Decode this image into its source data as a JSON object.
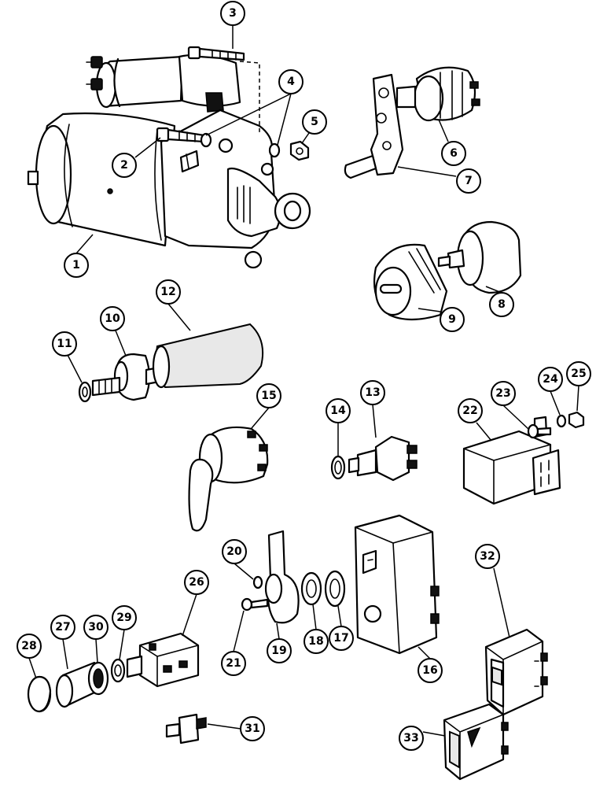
{
  "callouts": [
    {
      "id": "1",
      "label": "1"
    },
    {
      "id": "2",
      "label": "2"
    },
    {
      "id": "3",
      "label": "3"
    },
    {
      "id": "4",
      "label": "4"
    },
    {
      "id": "5",
      "label": "5"
    },
    {
      "id": "6",
      "label": "6"
    },
    {
      "id": "7",
      "label": "7"
    },
    {
      "id": "8",
      "label": "8"
    },
    {
      "id": "9",
      "label": "9"
    },
    {
      "id": "10",
      "label": "10"
    },
    {
      "id": "11",
      "label": "11"
    },
    {
      "id": "12",
      "label": "12"
    },
    {
      "id": "13",
      "label": "13"
    },
    {
      "id": "14",
      "label": "14"
    },
    {
      "id": "15",
      "label": "15"
    },
    {
      "id": "16",
      "label": "16"
    },
    {
      "id": "17",
      "label": "17"
    },
    {
      "id": "18",
      "label": "18"
    },
    {
      "id": "19",
      "label": "19"
    },
    {
      "id": "20",
      "label": "20"
    },
    {
      "id": "21",
      "label": "21"
    },
    {
      "id": "22",
      "label": "22"
    },
    {
      "id": "23",
      "label": "23"
    },
    {
      "id": "24",
      "label": "24"
    },
    {
      "id": "25",
      "label": "25"
    },
    {
      "id": "26",
      "label": "26"
    },
    {
      "id": "27",
      "label": "27"
    },
    {
      "id": "28",
      "label": "28"
    },
    {
      "id": "29",
      "label": "29"
    },
    {
      "id": "30",
      "label": "30"
    },
    {
      "id": "31",
      "label": "31"
    },
    {
      "id": "32",
      "label": "32"
    },
    {
      "id": "33",
      "label": "33"
    }
  ],
  "colors": {
    "line": "#000000",
    "background": "#ffffff"
  }
}
